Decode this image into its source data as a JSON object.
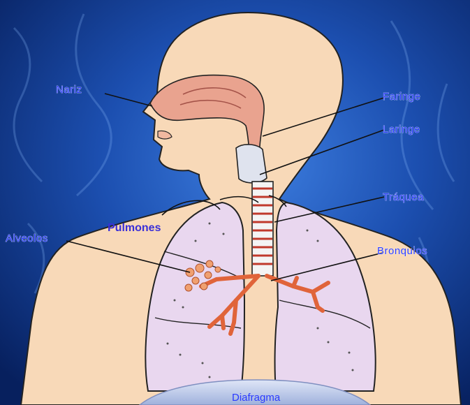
{
  "diagram": {
    "labels": {
      "nariz": "Nariz",
      "faringe": "Faringe",
      "laringe": "Laringe",
      "traquea": "Tráquea",
      "alveolos": "Alveolos",
      "pulmones": "Pulmones",
      "bronquios": "Bronquios",
      "diafragma": "Diafragma"
    },
    "colors": {
      "background": "#0a2a6e",
      "skin": "#f8d9b8",
      "lung": "#e9d7ef",
      "nasal_cavity": "#e9a38f",
      "trachea_ring": "#c0392b",
      "bronchi": "#e0643a",
      "alveoli": "#f0a070",
      "diaphragm": "#b9c6e6",
      "label_text": "#2a3bff"
    }
  }
}
